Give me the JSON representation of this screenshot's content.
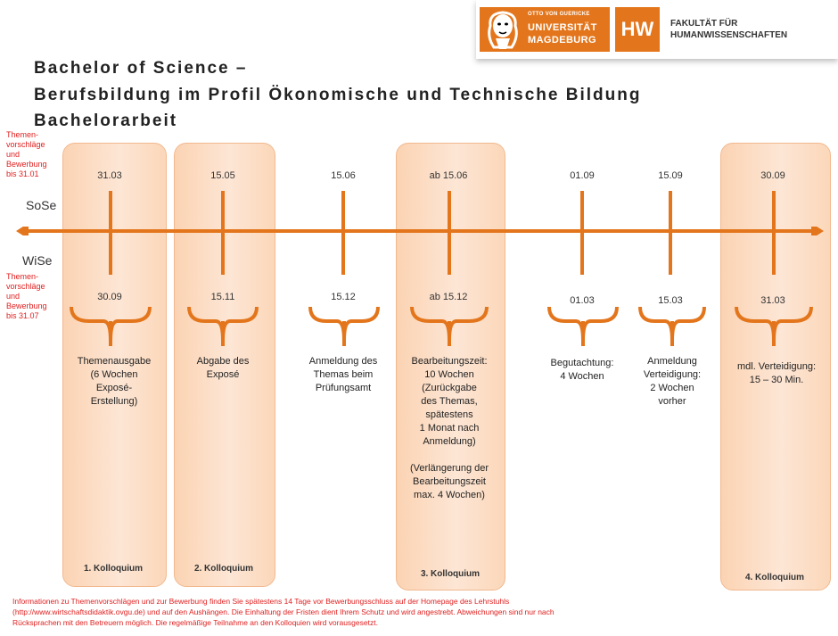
{
  "logo": {
    "uni_line1": "OTTO VON GUERICKE",
    "uni_line2": "UNIVERSITÄT",
    "uni_line3": "MAGDEBURG",
    "hw": "HW",
    "faculty_line1": "FAKULTÄT FÜR",
    "faculty_line2": "HUMANWISSENSCHAFTEN"
  },
  "title": {
    "line1": "Bachelor of Science –",
    "line2": "Berufsbildung im Profil Ökonomische und Technische Bildung",
    "line3": "Bachelorarbeit"
  },
  "side": {
    "top_lines": [
      "Themen-",
      "vorschläge",
      "und",
      "Bewerbung",
      "bis 31.01"
    ],
    "bottom_lines": [
      "Themen-",
      "vorschläge",
      "und",
      "Bewerbung",
      "bis 31.07"
    ],
    "sose": "SoSe",
    "wise": "WiSe"
  },
  "columns": [
    {
      "sose_date": "31.03",
      "wise_date": "30.09",
      "desc": [
        "Themenausgabe",
        "(6 Wochen",
        "Exposé-",
        "Erstellung)"
      ],
      "kolloquium": "1. Kolloquium"
    },
    {
      "sose_date": "15.05",
      "wise_date": "15.11",
      "desc": [
        "Abgabe des",
        "Exposé"
      ],
      "kolloquium": "2. Kolloquium"
    },
    {
      "sose_date": "15.06",
      "wise_date": "15.12",
      "desc": [
        "Anmeldung des",
        "Themas beim",
        "Prüfungsamt"
      ],
      "kolloquium": ""
    },
    {
      "sose_date": "ab 15.06",
      "wise_date": "ab 15.12",
      "desc": [
        "Bearbeitungszeit:",
        "10 Wochen",
        "(Zurückgabe",
        "des Themas,",
        "spätestens",
        "1 Monat nach",
        "Anmeldung)",
        "",
        "(Verlängerung der",
        "Bearbeitungszeit",
        "max. 4 Wochen)"
      ],
      "kolloquium": "3. Kolloquium"
    },
    {
      "sose_date": "01.09",
      "wise_date": "01.03",
      "desc": [
        "Begutachtung:",
        "4 Wochen"
      ],
      "kolloquium": ""
    },
    {
      "sose_date": "15.09",
      "wise_date": "15.03",
      "desc": [
        "Anmeldung",
        "Verteidigung:",
        "2 Wochen",
        "vorher"
      ],
      "kolloquium": ""
    },
    {
      "sose_date": "30.09",
      "wise_date": "31.03",
      "desc": [
        "mdl. Verteidigung:",
        "15 – 30 Min."
      ],
      "kolloquium": "4. Kolloquium"
    }
  ],
  "footer": {
    "line1": "Informationen zu Themenvorschlägen und zur Bewerbung finden Sie spätestens 14 Tage vor Bewerbungsschluss auf der Homepage des Lehrstuhls",
    "line2": "(http://www.wirtschaftsdidaktik.ovgu.de) und auf den Aushängen. Die Einhaltung der Fristen dient Ihrem Schutz und wird angestrebt. Abweichungen sind nur nach",
    "line3": "Rücksprachen mit den Betreuern möglich. Die regelmäßige Teilnahme an den Kolloquien wird vorausgesetzt."
  },
  "colors": {
    "accent": "#e3761c",
    "panel": "#fde6d5",
    "note_red": "#e02020"
  }
}
